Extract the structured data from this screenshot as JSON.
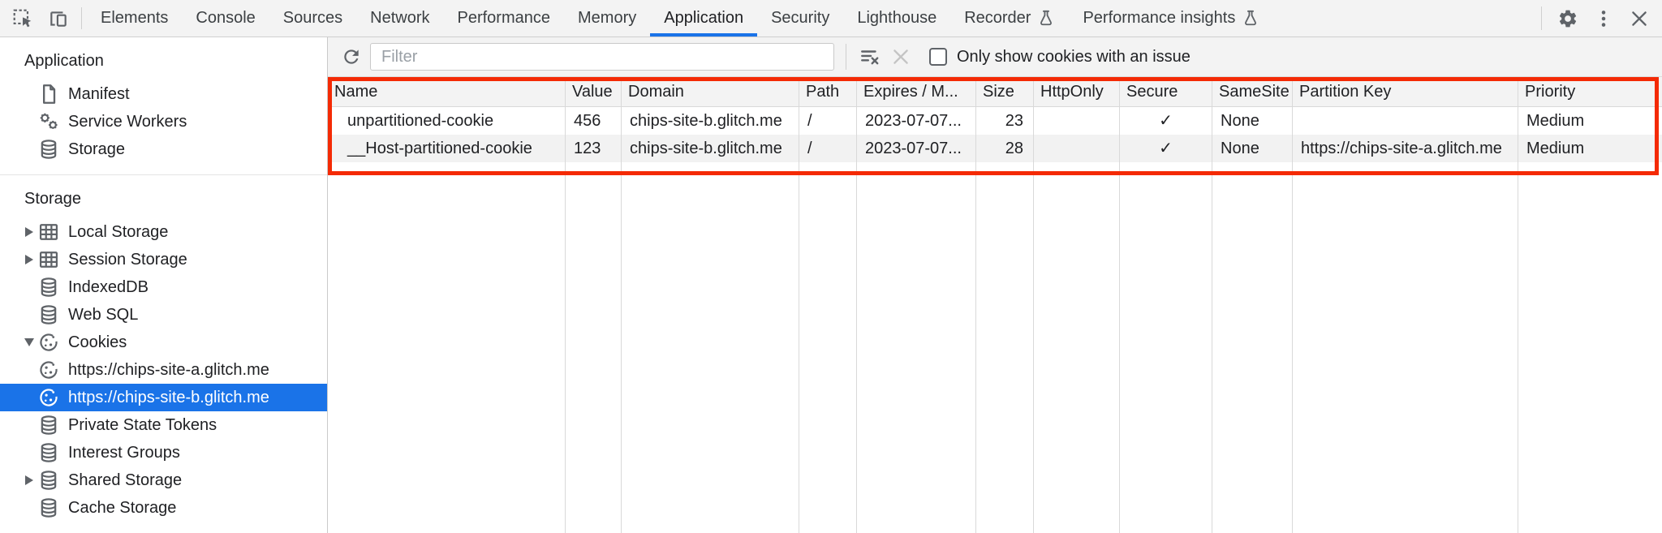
{
  "colors": {
    "accent_blue": "#1a73e8",
    "highlight_red": "#f42a05",
    "toolbar_bg": "#f3f3f3",
    "row_alt_bg": "#f2f2f2",
    "selected_item_bg": "#1a73e8"
  },
  "tabbar": {
    "tabs": [
      {
        "label": "Elements"
      },
      {
        "label": "Console"
      },
      {
        "label": "Sources"
      },
      {
        "label": "Network"
      },
      {
        "label": "Performance"
      },
      {
        "label": "Memory"
      },
      {
        "label": "Application",
        "active": true
      },
      {
        "label": "Security"
      },
      {
        "label": "Lighthouse"
      },
      {
        "label": "Recorder",
        "flask": true
      },
      {
        "label": "Performance insights",
        "flask": true
      }
    ]
  },
  "sidebar": {
    "sections": [
      {
        "title": "Application",
        "items": [
          {
            "label": "Manifest",
            "icon": "document-icon"
          },
          {
            "label": "Service Workers",
            "icon": "service-worker-icon"
          },
          {
            "label": "Storage",
            "icon": "database-icon"
          }
        ]
      },
      {
        "title": "Storage",
        "items": [
          {
            "label": "Local Storage",
            "icon": "table-icon",
            "expander": "collapsed"
          },
          {
            "label": "Session Storage",
            "icon": "table-icon",
            "expander": "collapsed"
          },
          {
            "label": "IndexedDB",
            "icon": "database-icon"
          },
          {
            "label": "Web SQL",
            "icon": "database-icon"
          },
          {
            "label": "Cookies",
            "icon": "cookie-icon",
            "expander": "expanded"
          },
          {
            "label": "https://chips-site-a.glitch.me",
            "icon": "cookie-icon",
            "child": true
          },
          {
            "label": "https://chips-site-b.glitch.me",
            "icon": "cookie-icon",
            "child": true,
            "selected": true
          },
          {
            "label": "Private State Tokens",
            "icon": "database-icon"
          },
          {
            "label": "Interest Groups",
            "icon": "database-icon"
          },
          {
            "label": "Shared Storage",
            "icon": "database-icon",
            "expander": "collapsed"
          },
          {
            "label": "Cache Storage",
            "icon": "database-icon"
          }
        ]
      }
    ]
  },
  "cookies_toolbar": {
    "filter_placeholder": "Filter",
    "checkbox_label": "Only show cookies with an issue",
    "checkbox_checked": false
  },
  "cookie_table": {
    "columns": [
      "Name",
      "Value",
      "Domain",
      "Path",
      "Expires / M...",
      "Size",
      "HttpOnly",
      "Secure",
      "SameSite",
      "Partition Key",
      "Priority"
    ],
    "rows": [
      {
        "name": "unpartitioned-cookie",
        "value": "456",
        "domain": "chips-site-b.glitch.me",
        "path": "/",
        "expires": "2023-07-07...",
        "size": "23",
        "http_only": "",
        "secure": "✓",
        "same_site": "None",
        "partition_key": "",
        "priority": "Medium"
      },
      {
        "name": "__Host-partitioned-cookie",
        "value": "123",
        "domain": "chips-site-b.glitch.me",
        "path": "/",
        "expires": "2023-07-07...",
        "size": "28",
        "http_only": "",
        "secure": "✓",
        "same_site": "None",
        "partition_key": "https://chips-site-a.glitch.me",
        "priority": "Medium"
      }
    ]
  },
  "icons": {
    "inspect-icon": "dashed square with cursor arrow",
    "device-toolbar-icon": "phone over tablet",
    "flask-icon": "experiment flask",
    "settings-gear-icon": "gear",
    "kebab-menu-icon": "vertical three dots",
    "close-icon": "x",
    "refresh-icon": "circular arrow",
    "clear-filter-icon": "list lines with x",
    "delete-icon": "x (disabled)",
    "document-icon": "file page",
    "service-worker-icon": "two gears",
    "database-icon": "stacked cylinders",
    "table-icon": "grid table",
    "cookie-icon": "cookie circle with crumbs"
  }
}
